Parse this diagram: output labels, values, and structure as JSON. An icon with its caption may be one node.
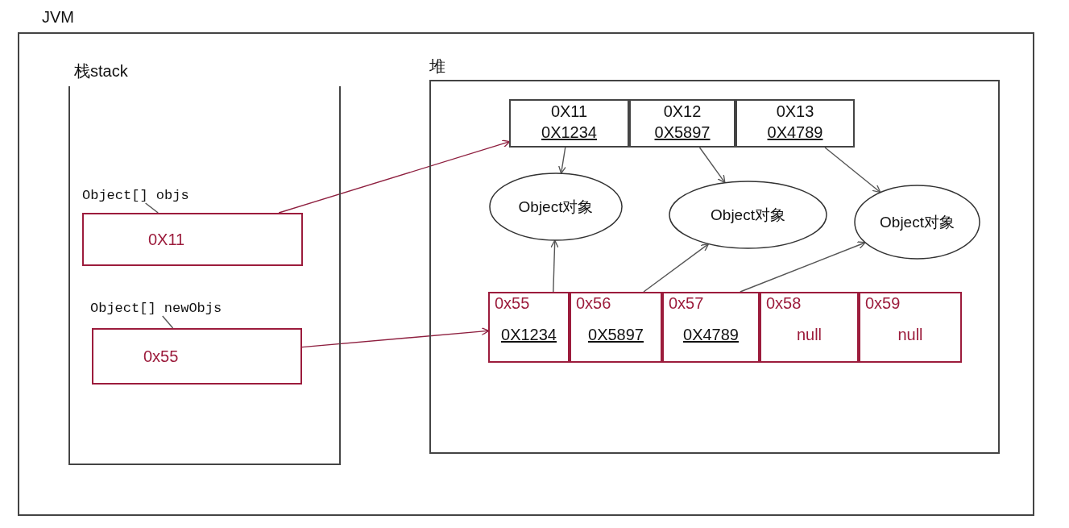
{
  "diagram": {
    "nodes": [
      {
        "text": [
          "JVM"
        ]
      },
      {
        "text": [
          "栈stack"
        ],
        "in": 0
      },
      {
        "text": [
          "Object[] objs"
        ],
        "in": 1
      },
      {
        "text": [
          "0X11"
        ],
        "in": 1
      },
      {
        "text": [
          "Object[] newObjs"
        ],
        "in": 1
      },
      {
        "text": [
          "0x55"
        ],
        "in": 1
      },
      {
        "text": [
          "堆"
        ],
        "in": 0
      },
      {
        "text": [
          "0X11",
          "0X1234"
        ],
        "in": 6
      },
      {
        "text": [
          "0X12",
          "0X5897"
        ],
        "in": 6
      },
      {
        "text": [
          "0X13",
          "0X4789"
        ],
        "in": 6
      },
      {
        "text": [
          "Object对象"
        ],
        "in": 6
      },
      {
        "text": [
          "Object对象"
        ],
        "in": 6
      },
      {
        "text": [
          "Object对象"
        ],
        "in": 6
      },
      {
        "text": [
          "0x55",
          "0X1234"
        ],
        "in": 6
      },
      {
        "text": [
          "0x56",
          "0X5897"
        ],
        "in": 6
      },
      {
        "text": [
          "0x57",
          "0X4789"
        ],
        "in": 6
      },
      {
        "text": [
          "0x58",
          "null"
        ],
        "in": 6
      },
      {
        "text": [
          "0x59",
          "null"
        ],
        "in": 6
      }
    ],
    "edges": [
      {
        "from": 2,
        "to": 3,
        "arrow": "none"
      },
      {
        "from": 3,
        "to": 7,
        "arrow": "to",
        "color": "#8e1f3f"
      },
      {
        "from": 4,
        "to": 5,
        "arrow": "none"
      },
      {
        "from": 5,
        "to": 13,
        "arrow": "to",
        "color": "#8e1f3f"
      },
      {
        "from": 7,
        "to": 10,
        "arrow": "to"
      },
      {
        "from": 8,
        "to": 11,
        "arrow": "to"
      },
      {
        "from": 9,
        "to": 12,
        "arrow": "to"
      },
      {
        "from": 13,
        "to": 10,
        "arrow": "to"
      },
      {
        "from": 14,
        "to": 11,
        "arrow": "to"
      },
      {
        "from": 15,
        "to": 12,
        "arrow": "to"
      }
    ]
  }
}
